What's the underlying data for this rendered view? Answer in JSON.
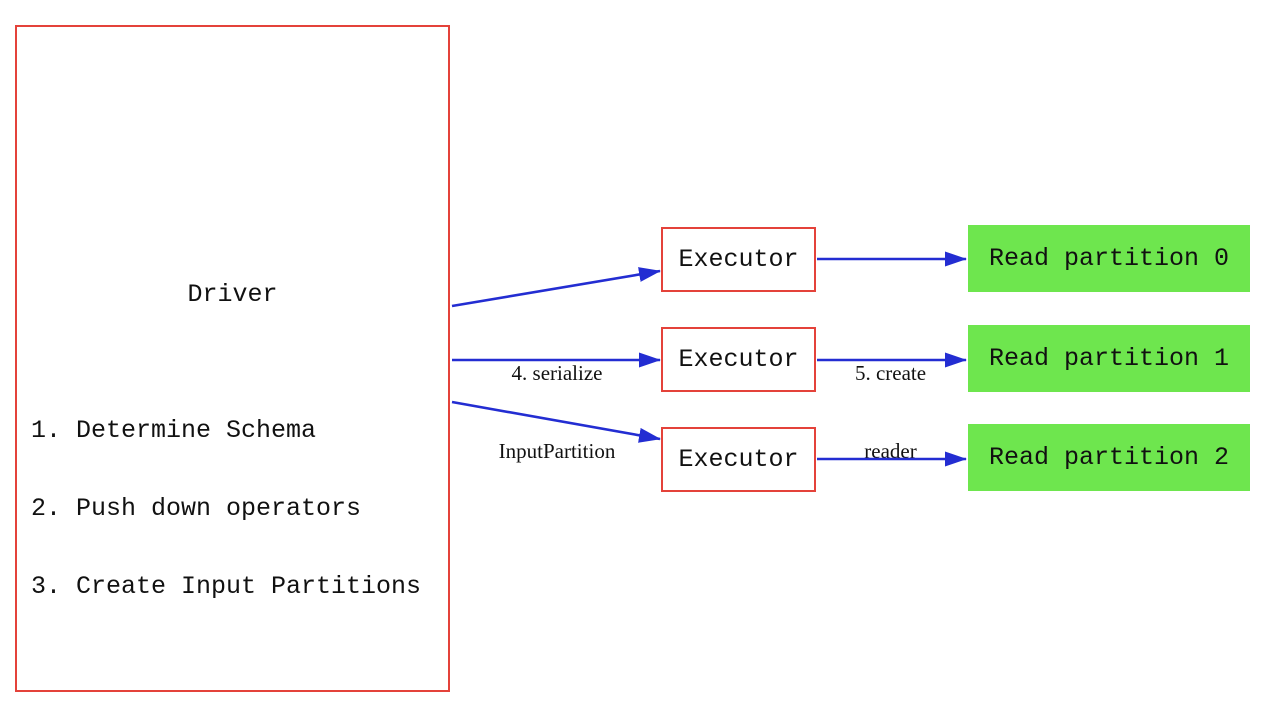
{
  "diagram": {
    "driver": {
      "title": "Driver",
      "steps": [
        "1. Determine Schema",
        "2. Push down operators",
        "3. Create Input Partitions"
      ]
    },
    "executors": [
      "Executor",
      "Executor",
      "Executor"
    ],
    "partitions": [
      "Read partition 0",
      "Read partition 1",
      "Read partition 2"
    ],
    "edge_labels": {
      "serialize_line1": "4. serialize",
      "serialize_line2": "InputPartition",
      "create_reader_line1": "5. create",
      "create_reader_line2": "reader"
    },
    "colors": {
      "box_border": "#e4423a",
      "arrow": "#232dd2",
      "partition_fill": "#6ee64e",
      "text": "#111111"
    }
  }
}
